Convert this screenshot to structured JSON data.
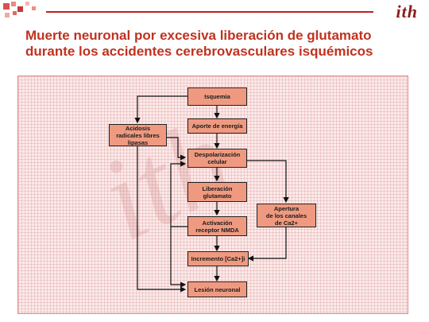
{
  "logo": "ith",
  "title": {
    "line1": "Muerte neuronal por excesiva liberación de glutamato",
    "line2": "durante los accidentes cerebrovasculares isquémicos"
  },
  "diagram": {
    "nodes": {
      "isquemia": "Isquemia",
      "aporte": "Aporte de energía",
      "acidosis": "Acidosis\nradicales libres\nlipasas",
      "despolarizacion": "Despolarización\ncelular",
      "liberacion": "Liberación\nglutamato",
      "activacion": "Activación\nreceptor NMDA",
      "incremento": "Incremento [Ca2+]i",
      "apertura": "Apertura\nde los canales\nde Ca2+",
      "lesion": "Lesión neuronal"
    }
  },
  "colors": {
    "title": "#c0321f",
    "box": "#ef9a80",
    "panel": "#fbeaea"
  }
}
